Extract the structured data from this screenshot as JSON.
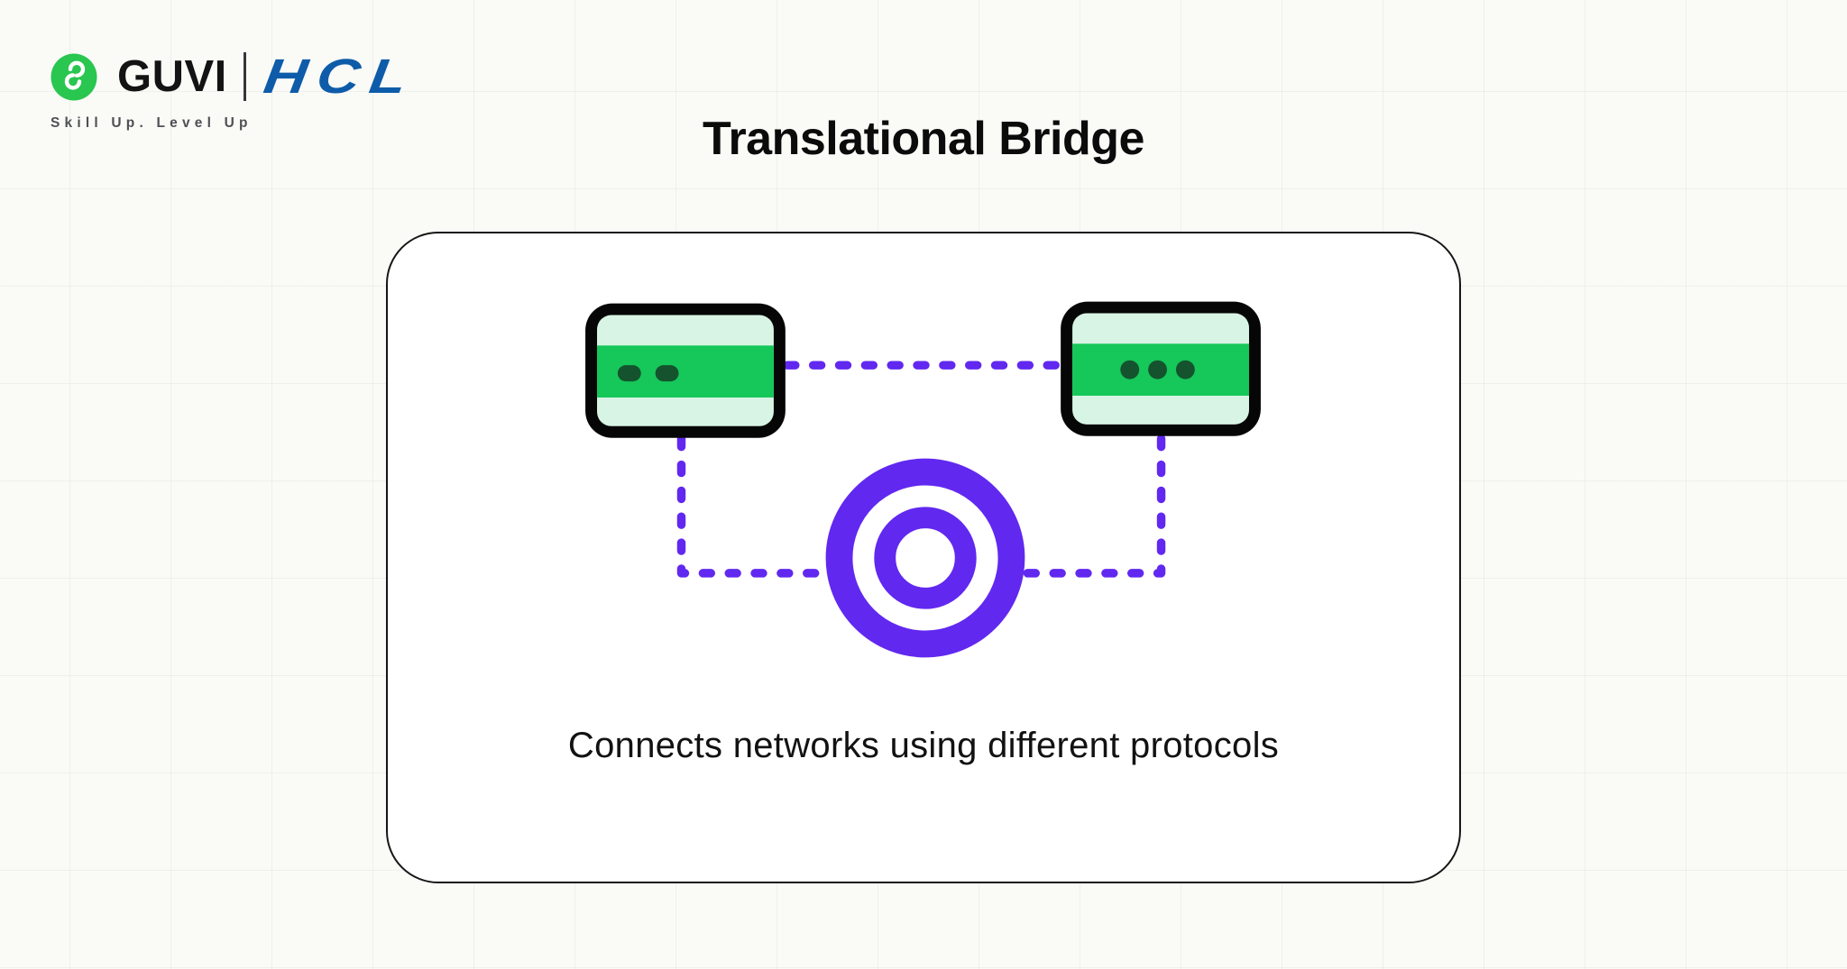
{
  "header": {
    "logo": {
      "brand": "GUVI",
      "partner": "HCL",
      "tagline": "Skill Up. Level Up"
    },
    "title": "Translational Bridge"
  },
  "diagram": {
    "caption": "Connects networks using different protocols",
    "icons": {
      "left_device": "network-device-two-dashes-icon",
      "right_device": "network-device-three-dots-icon",
      "center": "bridge-double-circle-icon"
    }
  },
  "colors": {
    "page_background": "#FAFAF7",
    "card_background": "#FFFFFF",
    "card_border": "#161616",
    "connector_purple": "#6128F0",
    "device_green": "#16C75A",
    "device_mint": "#D8F4E4",
    "device_detail_dark_green": "#14532D",
    "device_border_black": "#060606",
    "logo_green": "#29C650",
    "partner_blue": "#0E5CA9"
  }
}
